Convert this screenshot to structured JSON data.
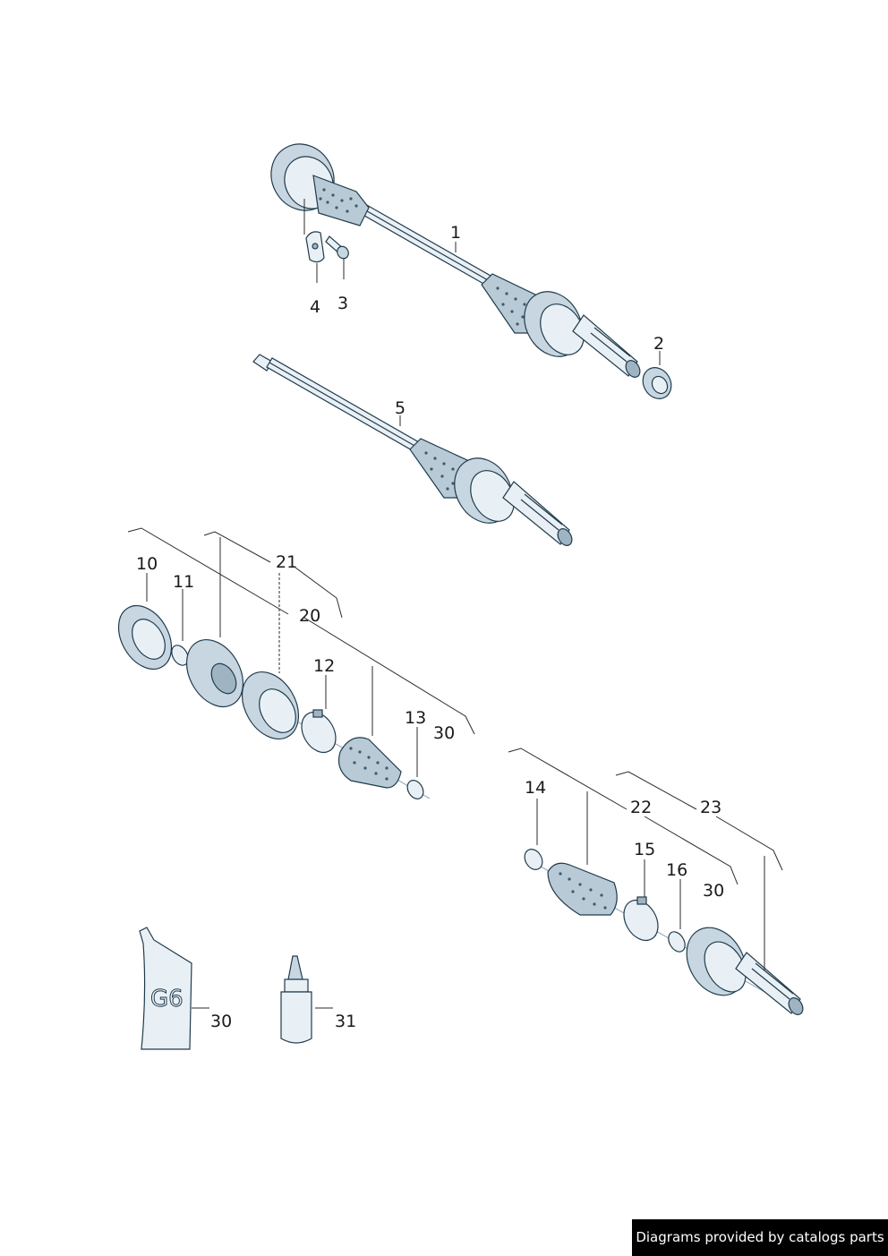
{
  "callouts": [
    {
      "id": "c1",
      "label": "1"
    },
    {
      "id": "c2",
      "label": "2"
    },
    {
      "id": "c3",
      "label": "3"
    },
    {
      "id": "c4",
      "label": "4"
    },
    {
      "id": "c5",
      "label": "5"
    },
    {
      "id": "c10",
      "label": "10"
    },
    {
      "id": "c11",
      "label": "11"
    },
    {
      "id": "c21",
      "label": "21"
    },
    {
      "id": "c20",
      "label": "20"
    },
    {
      "id": "c12",
      "label": "12"
    },
    {
      "id": "c13",
      "label": "13"
    },
    {
      "id": "c30a",
      "label": "30"
    },
    {
      "id": "c14",
      "label": "14"
    },
    {
      "id": "c22",
      "label": "22"
    },
    {
      "id": "c23",
      "label": "23"
    },
    {
      "id": "c15",
      "label": "15"
    },
    {
      "id": "c16",
      "label": "16"
    },
    {
      "id": "c30b",
      "label": "30"
    },
    {
      "id": "c30c",
      "label": "30"
    },
    {
      "id": "c31",
      "label": "31"
    }
  ],
  "grease_tube_marking": "G6",
  "footer": {
    "credit": "Diagrams provided by catalogs parts"
  }
}
